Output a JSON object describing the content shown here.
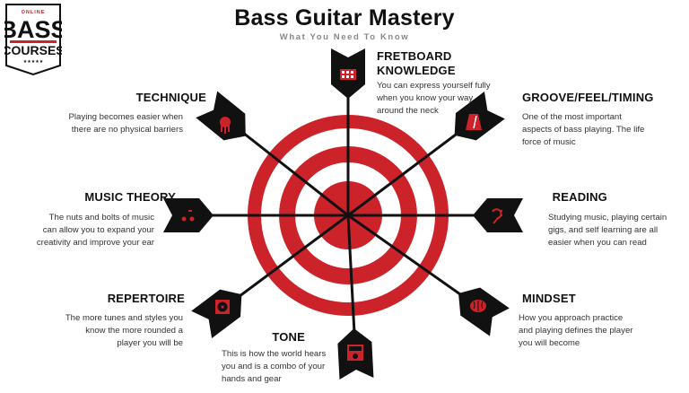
{
  "header": {
    "title": "Bass Guitar Mastery",
    "subtitle": "What You Need To Know"
  },
  "logo": {
    "top_text": "ONLINE",
    "line1": "BASS",
    "line2": "COURSES",
    "stars": "★★★★★"
  },
  "colors": {
    "target_red": "#cc2229",
    "arrow_black": "#111111",
    "icon_red": "#cc2229"
  },
  "sections": {
    "fretboard": {
      "heading_line1": "FRETBOARD",
      "heading_line2": "KNOWLEDGE",
      "desc_line1": "You can express yourself fully",
      "desc_line2": "when you know your way",
      "desc_line3": "around the neck",
      "icon": "fretboard-grid-icon"
    },
    "technique": {
      "heading": "TECHNIQUE",
      "desc_line1": "Playing becomes easier when",
      "desc_line2": "there are no physical barriers",
      "icon": "hand-icon"
    },
    "groove": {
      "heading": "GROOVE/FEEL/TIMING",
      "desc_line1": "One of the most important",
      "desc_line2": "aspects of bass playing. The life",
      "desc_line3": "force of music",
      "icon": "metronome-icon"
    },
    "music_theory": {
      "heading": "MUSIC THEORY",
      "desc_line1": "The nuts and bolts of music",
      "desc_line2": "can allow you to expand your",
      "desc_line3": "creativity and improve your ear",
      "icon": "music-notes-icon"
    },
    "reading": {
      "heading": "READING",
      "desc_line1": "Studying music, playing certain",
      "desc_line2": "gigs, and self learning are all",
      "desc_line3": "easier when you can read",
      "icon": "bass-clef-icon"
    },
    "repertoire": {
      "heading": "REPERTOIRE",
      "desc_line1": "The more tunes and styles you",
      "desc_line2": "know the more rounded a",
      "desc_line3": "player you will be",
      "icon": "vinyl-record-icon"
    },
    "mindset": {
      "heading": "MINDSET",
      "desc_line1": "How you approach practice",
      "desc_line2": "and playing defines the player",
      "desc_line3": "you will become",
      "icon": "brain-icon"
    },
    "tone": {
      "heading": "TONE",
      "desc_line1": "This is how the world hears",
      "desc_line2": "you and is a combo of your",
      "desc_line3": "hands and gear",
      "icon": "amplifier-icon"
    }
  }
}
